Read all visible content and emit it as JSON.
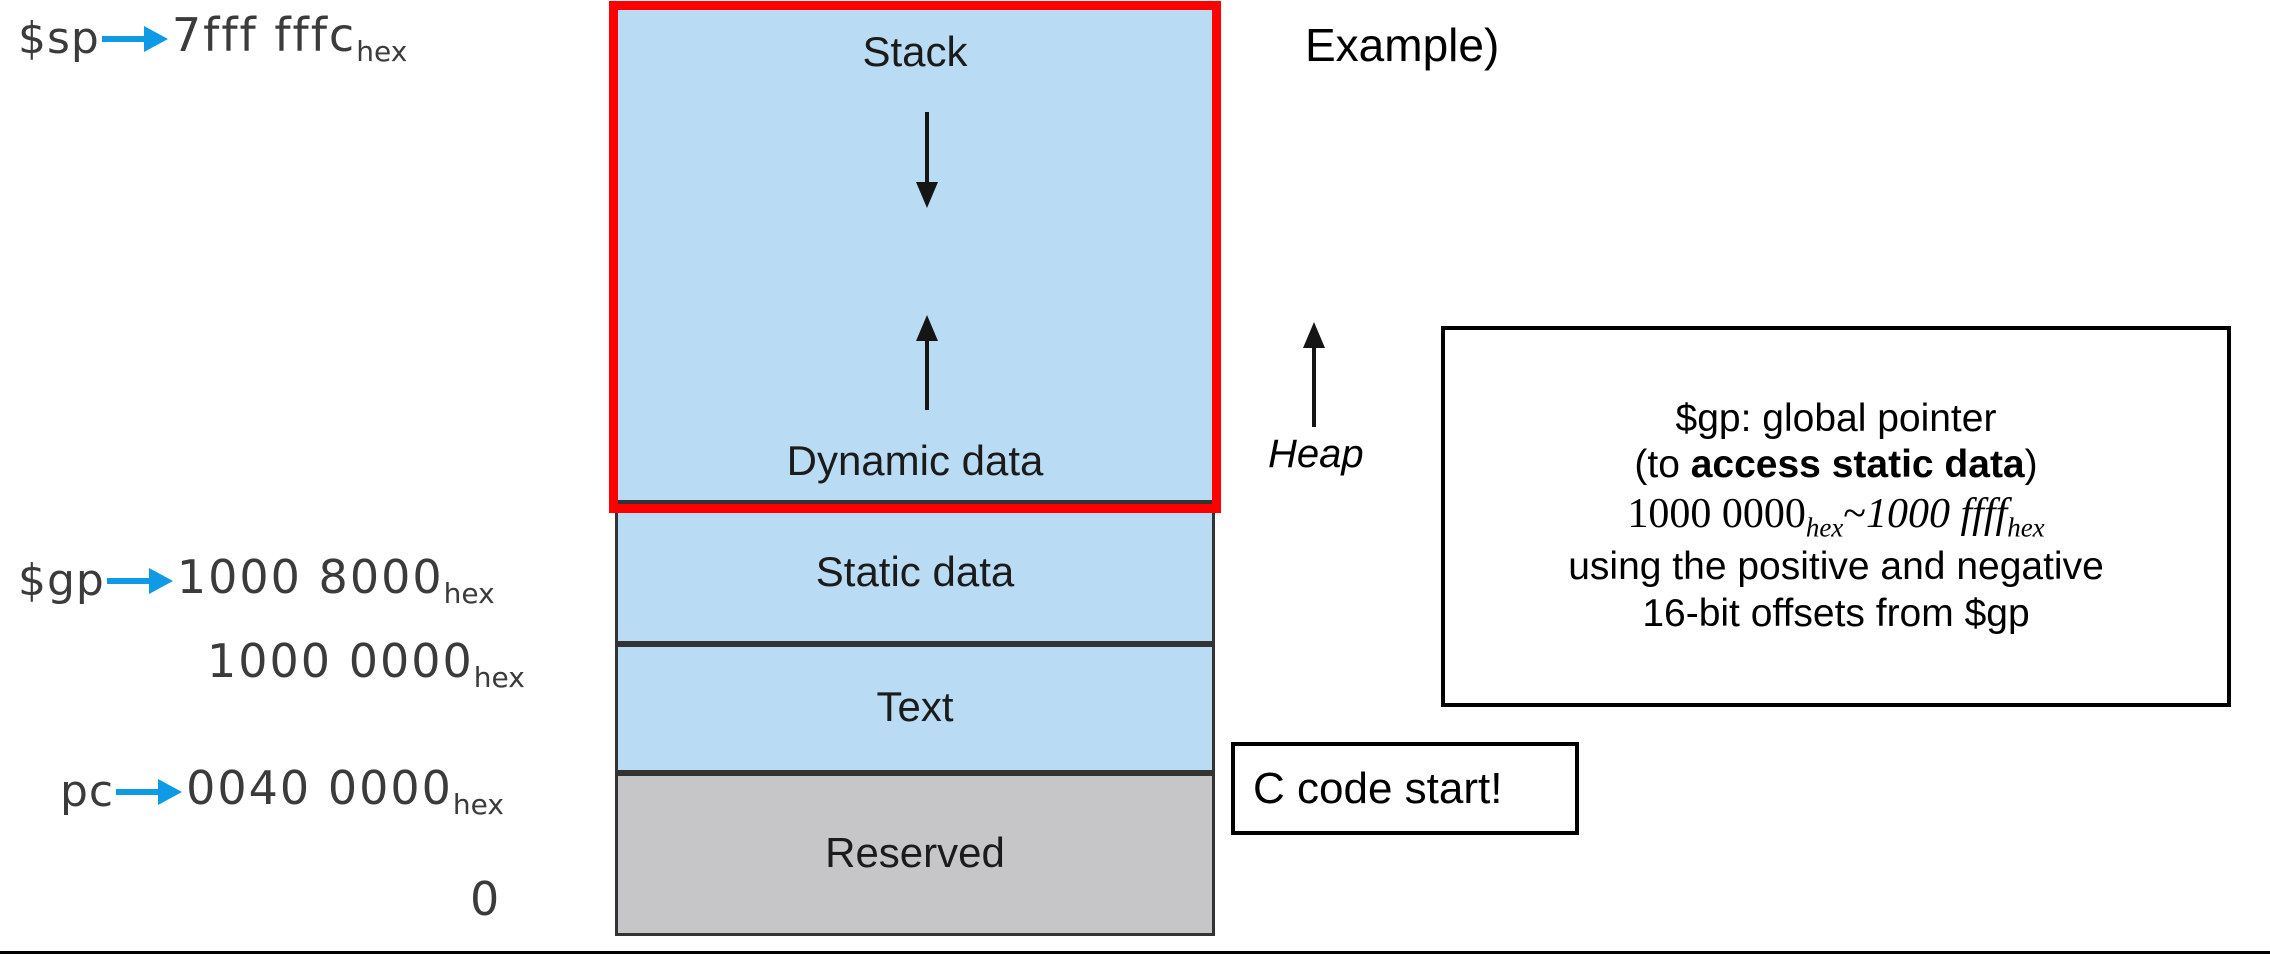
{
  "diagram": {
    "title_note": "Example)",
    "colors": {
      "segment_blue": "#b9dcf4",
      "segment_gray": "#c6c6c8",
      "highlight_red": "#ff0000",
      "pointer_arrow_blue": "#0f9ae5",
      "segment_border": "#333333"
    },
    "address_labels": [
      {
        "register": "$sp",
        "value": "7fff fffc",
        "unit": "hex",
        "has_arrow": true
      },
      {
        "register": "$gp",
        "value": "1000 8000",
        "unit": "hex",
        "has_arrow": true
      },
      {
        "register": "",
        "value": "1000 0000",
        "unit": "hex",
        "has_arrow": false
      },
      {
        "register": "pc",
        "value": "0040 0000",
        "unit": "hex",
        "has_arrow": true
      },
      {
        "register": "",
        "value": "0",
        "unit": "",
        "has_arrow": false
      }
    ],
    "segments": [
      {
        "name": "stack",
        "label": "Stack",
        "fill": "blue"
      },
      {
        "name": "dynamic-data",
        "label": "Dynamic data",
        "fill": "blue"
      },
      {
        "name": "static-data",
        "label": "Static data",
        "fill": "blue"
      },
      {
        "name": "text",
        "label": "Text",
        "fill": "blue"
      },
      {
        "name": "reserved",
        "label": "Reserved",
        "fill": "gray"
      }
    ],
    "heap": {
      "label": "Heap",
      "arrow_direction": "up"
    },
    "inner_arrows": [
      {
        "name": "stack-grows-down",
        "direction": "down"
      },
      {
        "name": "heap-grows-up",
        "direction": "up"
      }
    ]
  },
  "gp_note": {
    "line1": "$gp: global pointer",
    "line2_prefix": "(to ",
    "line2_bold": "access static data",
    "line2_suffix": ")",
    "line3_range_start": "1000 0000",
    "line3_range_start_sub": "hex",
    "line3_tilde": "~",
    "line3_range_end": "1000 ffff",
    "line3_range_end_sub": "hex",
    "line4": "using the positive and negative",
    "line5": "16-bit offsets from $gp"
  },
  "c_start_note": {
    "label": "C code start!"
  }
}
